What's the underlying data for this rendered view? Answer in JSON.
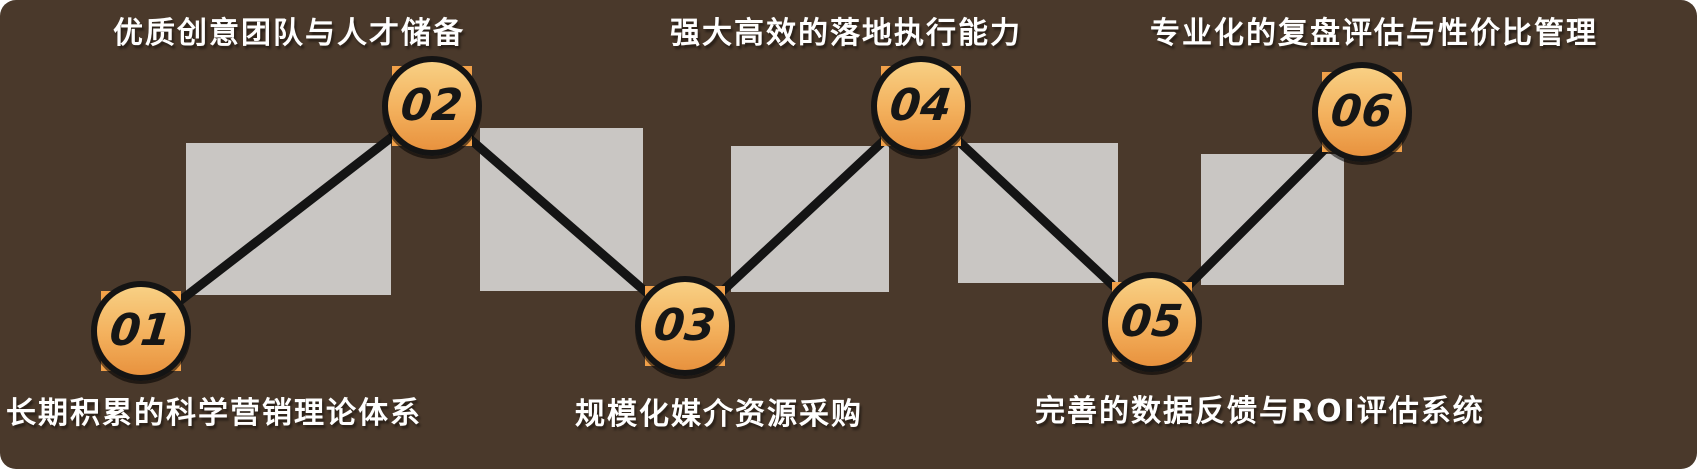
{
  "diagram": {
    "type": "zigzag-step-flow",
    "steps": [
      {
        "id": "01",
        "label": "长期积累的科学营销理论体系",
        "label_position": "bottom"
      },
      {
        "id": "02",
        "label": "优质创意团队与人才储备",
        "label_position": "top"
      },
      {
        "id": "03",
        "label": "规模化媒介资源采购",
        "label_position": "bottom"
      },
      {
        "id": "04",
        "label": "强大高效的落地执行能力",
        "label_position": "top"
      },
      {
        "id": "05",
        "label": "完善的数据反馈与ROI评估系统",
        "label_position": "bottom"
      },
      {
        "id": "06",
        "label": "专业化的复盘评估与性价比管理",
        "label_position": "top"
      }
    ],
    "connections": [
      [
        "01",
        "02"
      ],
      [
        "02",
        "03"
      ],
      [
        "03",
        "04"
      ],
      [
        "04",
        "05"
      ],
      [
        "05",
        "06"
      ]
    ],
    "colors": {
      "background": "#4a392b",
      "circle_gradient_top": "#f8d084",
      "circle_gradient_bottom": "#e8923e",
      "outline": "#141414",
      "label_text": "#ffffff",
      "square_tab": "#f2a149",
      "stair_block": "#c9c6c3"
    }
  }
}
